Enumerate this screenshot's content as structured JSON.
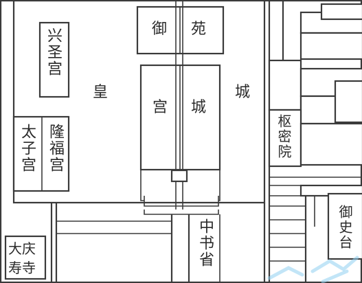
{
  "map": {
    "palace_city_label": "皇",
    "city_label": "城",
    "imperial_garden": [
      "御",
      "苑"
    ],
    "palace_inner": [
      "宫",
      "城"
    ],
    "xingsheng_palace": "兴圣宫",
    "taizi_palace": "太子宫",
    "longfu_palace": "隆福宫",
    "shumi_yuan": "枢密院",
    "zhongshu_sheng": "中书省",
    "yushi_tai": "御史台",
    "daqing_shou_temple": [
      "大庆",
      "寿寺"
    ]
  },
  "colors": {
    "line": "#3a3a3a",
    "background": "#ffffff",
    "watermark": "#8fd0f0"
  }
}
